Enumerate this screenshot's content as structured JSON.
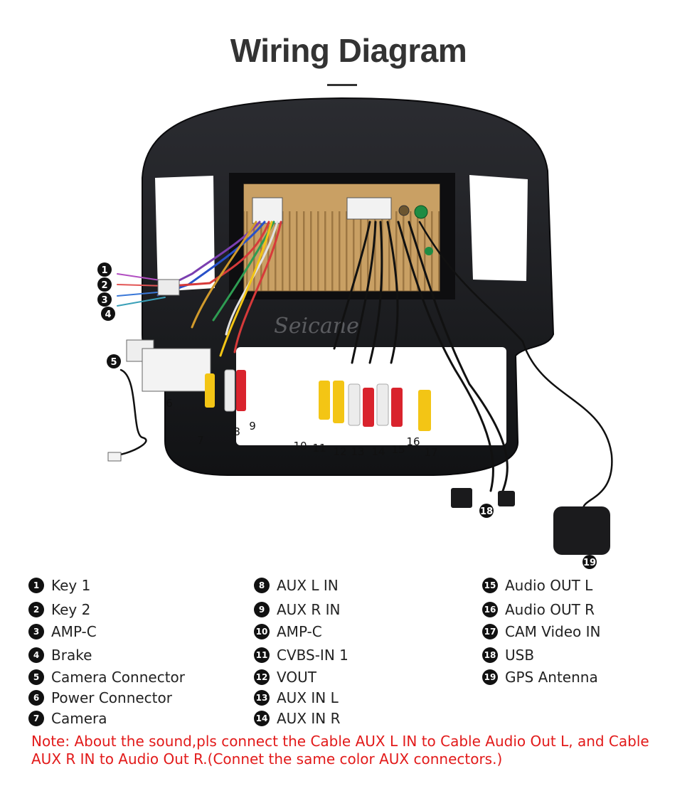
{
  "title": "Wiring Diagram",
  "watermark": "Seicane",
  "callouts": [
    "1",
    "2",
    "3",
    "4",
    "5",
    "6",
    "7",
    "8",
    "9",
    "10",
    "11",
    "12",
    "13",
    "14",
    "15",
    "16",
    "17",
    "18",
    "19"
  ],
  "legend": {
    "col1": [
      {
        "num": "1",
        "label": "Key 1"
      },
      {
        "num": "2",
        "label": "Key 2"
      },
      {
        "num": "3",
        "label": "AMP-C"
      },
      {
        "num": "4",
        "label": "Brake"
      },
      {
        "num": "5",
        "label": "Camera Connector"
      },
      {
        "num": "6",
        "label": "Power Connector"
      },
      {
        "num": "7",
        "label": "Camera"
      }
    ],
    "col2": [
      {
        "num": "8",
        "label": "AUX L IN"
      },
      {
        "num": "9",
        "label": "AUX R IN"
      },
      {
        "num": "10",
        "label": "AMP-C"
      },
      {
        "num": "11",
        "label": "CVBS-IN 1"
      },
      {
        "num": "12",
        "label": "VOUT"
      },
      {
        "num": "13",
        "label": "AUX IN L"
      },
      {
        "num": "14",
        "label": "AUX IN R"
      }
    ],
    "col3": [
      {
        "num": "15",
        "label": "Audio OUT L"
      },
      {
        "num": "16",
        "label": "Audio OUT R"
      },
      {
        "num": "17",
        "label": "CAM Video IN"
      },
      {
        "num": "18",
        "label": "USB"
      },
      {
        "num": "19",
        "label": "GPS Antenna"
      }
    ]
  },
  "note": "Note: About the sound,pls connect the Cable AUX L IN to Cable Audio Out L, and Cable AUX R IN to  Audio Out R.(Connet the same color AUX connectors.)",
  "colors": {
    "frame": "#1d1e22",
    "radio_body": "#c9a064",
    "note_red": "#e21a1a",
    "rca_yellow": "#f3c515",
    "rca_red": "#d9232d",
    "rca_white": "#ececec"
  }
}
